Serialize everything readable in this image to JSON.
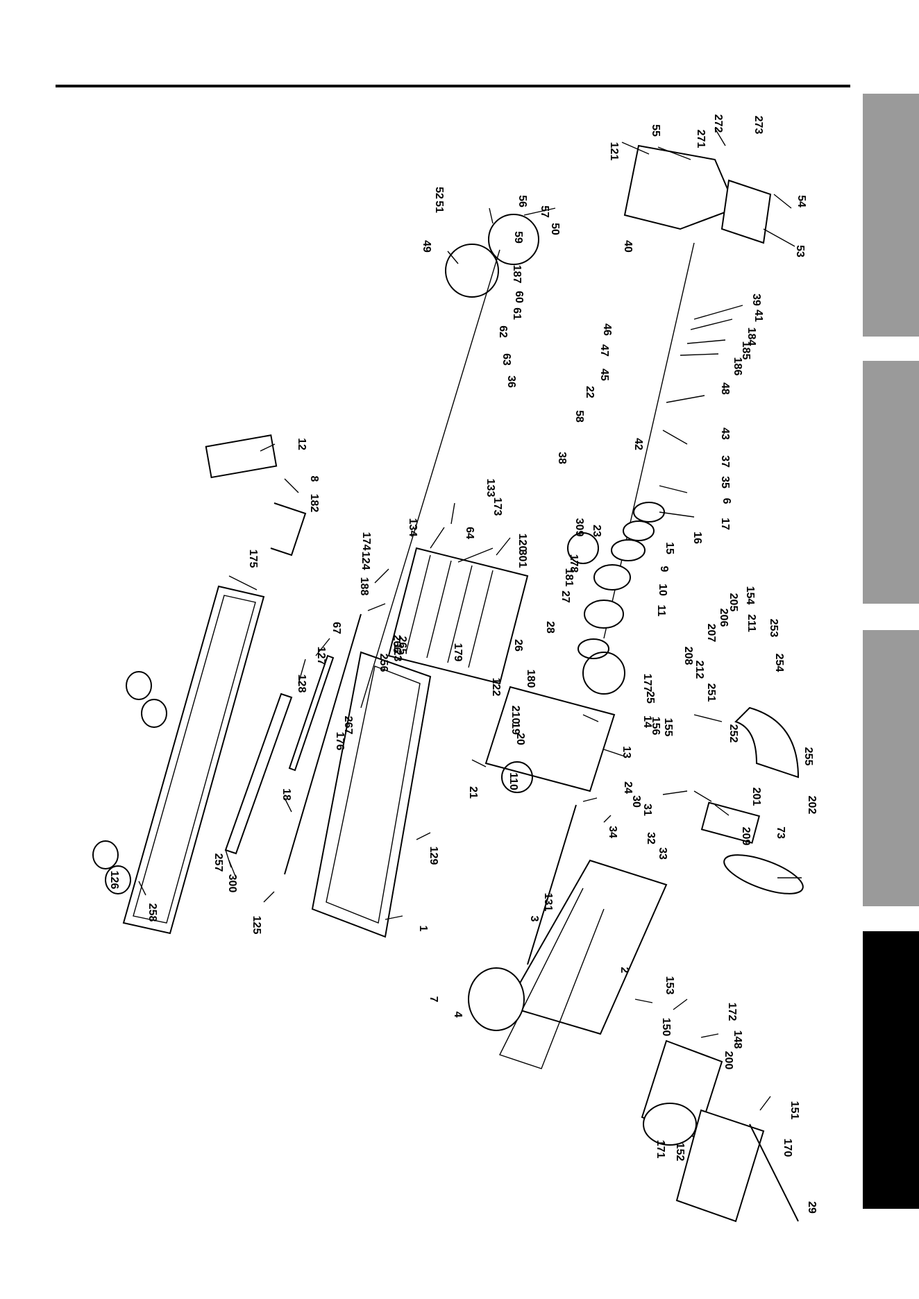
{
  "side_tabs": [
    {
      "shade": "gray"
    },
    {
      "shade": "gray"
    },
    {
      "shade": "gray"
    },
    {
      "shade": "black"
    }
  ],
  "colors": {
    "ink": "#000000",
    "paper": "#ffffff",
    "tab_gray": "#9a9a9a",
    "tab_active": "#000000"
  },
  "callouts": [
    "272",
    "273",
    "271",
    "55",
    "121",
    "54",
    "53",
    "52",
    "51",
    "56",
    "57",
    "50",
    "59",
    "49",
    "40",
    "39",
    "41",
    "184",
    "185",
    "186",
    "48",
    "46",
    "47",
    "45",
    "22",
    "58",
    "187",
    "60",
    "61",
    "62",
    "63",
    "36",
    "43",
    "42",
    "38",
    "37",
    "35",
    "6",
    "17",
    "16",
    "15",
    "9",
    "10",
    "11",
    "12",
    "8",
    "182",
    "175",
    "174",
    "124",
    "188",
    "67",
    "127",
    "128",
    "134",
    "133",
    "173",
    "64",
    "120",
    "301",
    "178",
    "181",
    "309",
    "23",
    "27",
    "28",
    "26",
    "179",
    "180",
    "122",
    "123",
    "256",
    "266",
    "265",
    "267",
    "176",
    "177",
    "25",
    "14",
    "13",
    "156",
    "155",
    "154",
    "205",
    "206",
    "207",
    "208",
    "212",
    "251",
    "252",
    "211",
    "253",
    "254",
    "255",
    "201",
    "202",
    "73",
    "209",
    "210",
    "19",
    "20",
    "21",
    "110",
    "24",
    "30",
    "31",
    "32",
    "33",
    "34",
    "18",
    "129",
    "1",
    "300",
    "257",
    "258",
    "126",
    "125",
    "131",
    "3",
    "7",
    "4",
    "2",
    "153",
    "172",
    "148",
    "200",
    "150",
    "151",
    "170",
    "171",
    "152",
    "29"
  ]
}
